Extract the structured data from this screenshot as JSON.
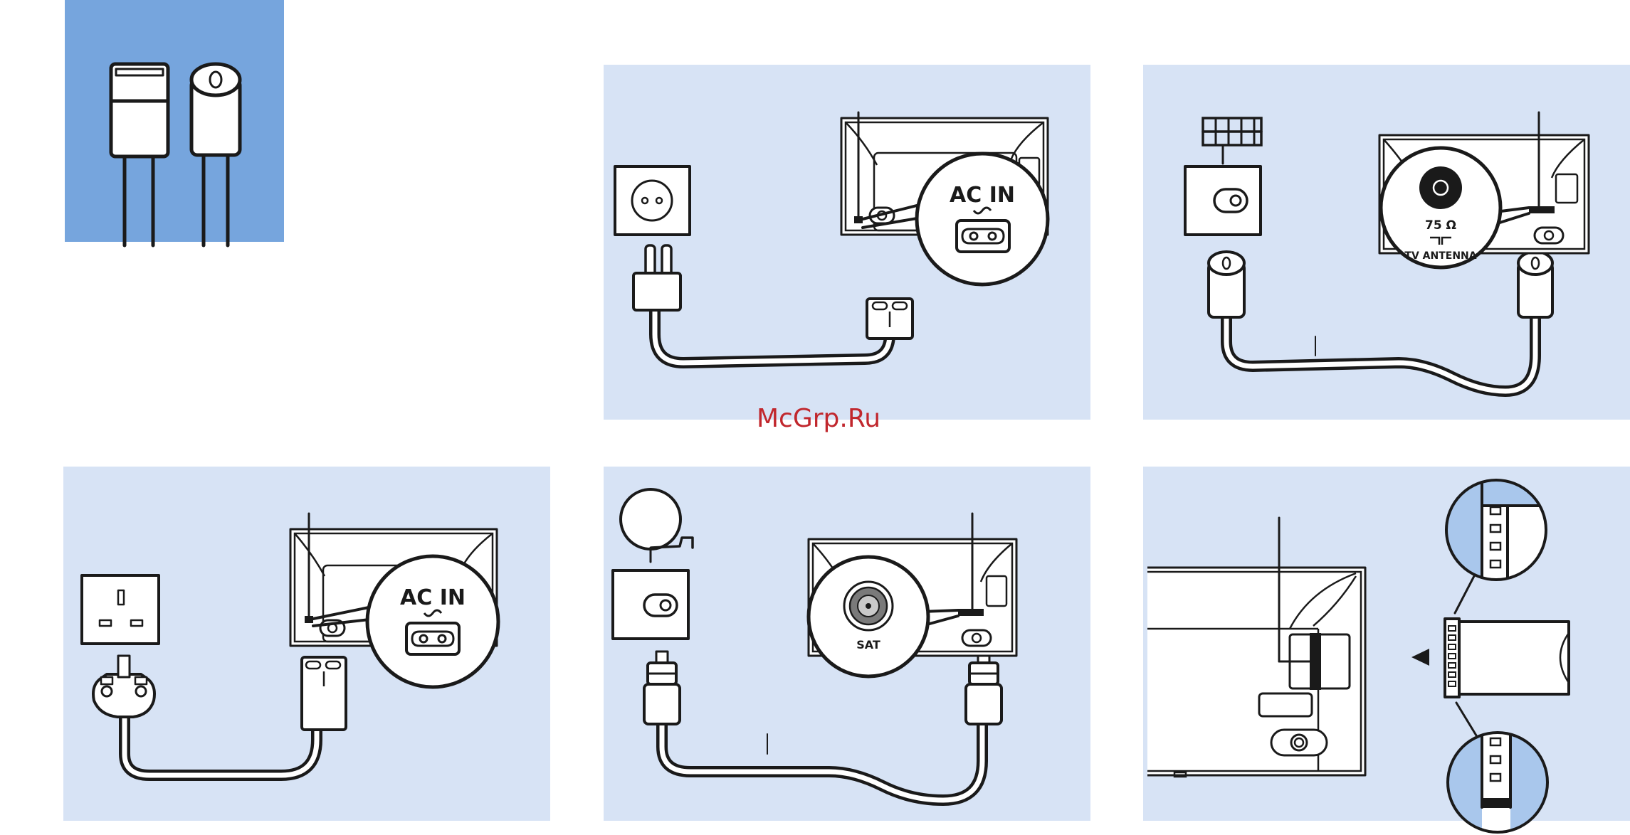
{
  "labels": {
    "ac_in_top": "AC IN",
    "ac_in_bottom": "AC IN",
    "ohm": "75 Ω",
    "tv_antenna": "TV ANTENNA",
    "sat": "SAT",
    "watermark": "McGrp.Ru"
  },
  "colors": {
    "panel_light": "#d7e3f5",
    "panel_dark": "#76a5dd",
    "line": "#1a1a1a",
    "watermark": "#c1272d"
  },
  "icons": {
    "connectors": "hdmi-and-coax-connector-icon",
    "arrow": "left-arrow-icon"
  }
}
